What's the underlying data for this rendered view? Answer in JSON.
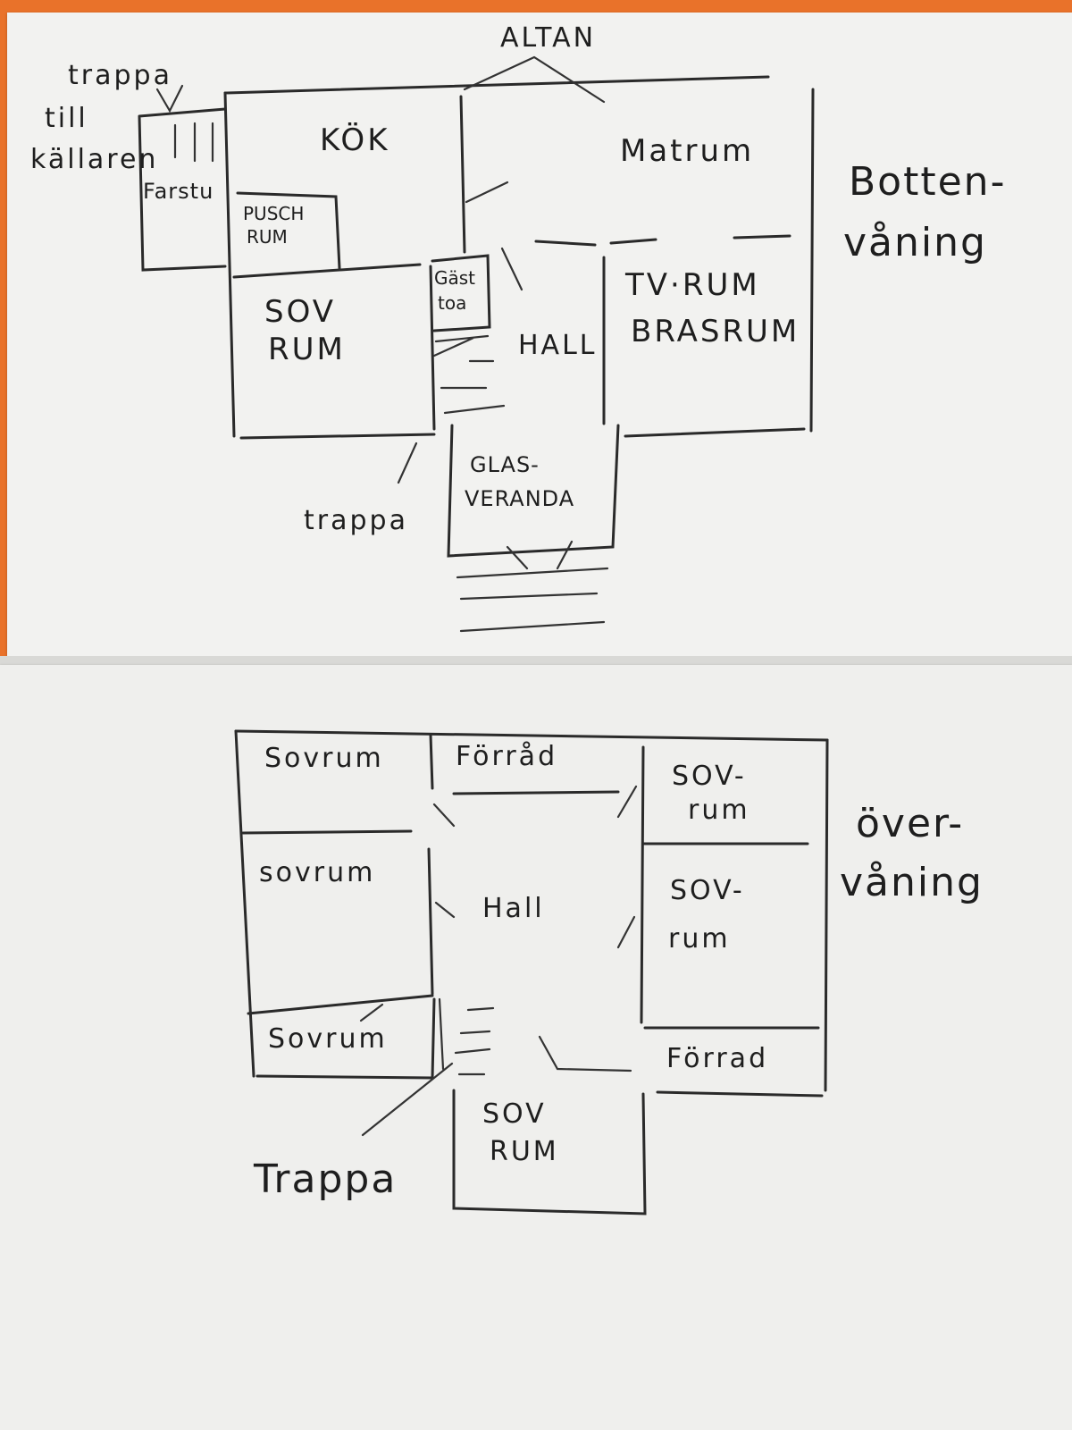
{
  "floor_ground": {
    "title_line1": "Botten-",
    "title_line2": "våning",
    "rooms": {
      "altan": "ALTAN",
      "kok": "KÖK",
      "matrum": "Matrum",
      "farstu": "Farstu",
      "pusch_line1": "PUSCH",
      "pusch_line2": "RUM",
      "sov_line1": "SOV",
      "sov_line2": "RUM",
      "gasttoa_line1": "Gäst",
      "gasttoa_line2": "toa",
      "hall": "HALL",
      "tv_line1": "TV·RUM",
      "tv_line2": "BRASRUM",
      "glas_line1": "GLAS-",
      "glas_line2": "VERANDA"
    },
    "annotations": {
      "trappa_kallare_line1": "trappa",
      "trappa_kallare_line2": "till",
      "trappa_kallare_line3": "källaren",
      "trappa": "trappa"
    }
  },
  "floor_upper": {
    "title_line1": "över-",
    "title_line2": "våning",
    "rooms": {
      "sovrum_a": "Sovrum",
      "forrad_top": "Förråd",
      "sovrum_right_top_line1": "SOV-",
      "sovrum_right_top_line2": "rum",
      "sovrum_b": "sovrum",
      "hall": "Hall",
      "sovrum_right_mid_line1": "SOV-",
      "sovrum_right_mid_line2": "rum",
      "sovrum_c": "Sovrum",
      "forrad_bottom": "Förrad",
      "sov_bottom_line1": "SOV",
      "sov_bottom_line2": "RUM"
    },
    "annotations": {
      "trappa": "Trappa"
    }
  }
}
